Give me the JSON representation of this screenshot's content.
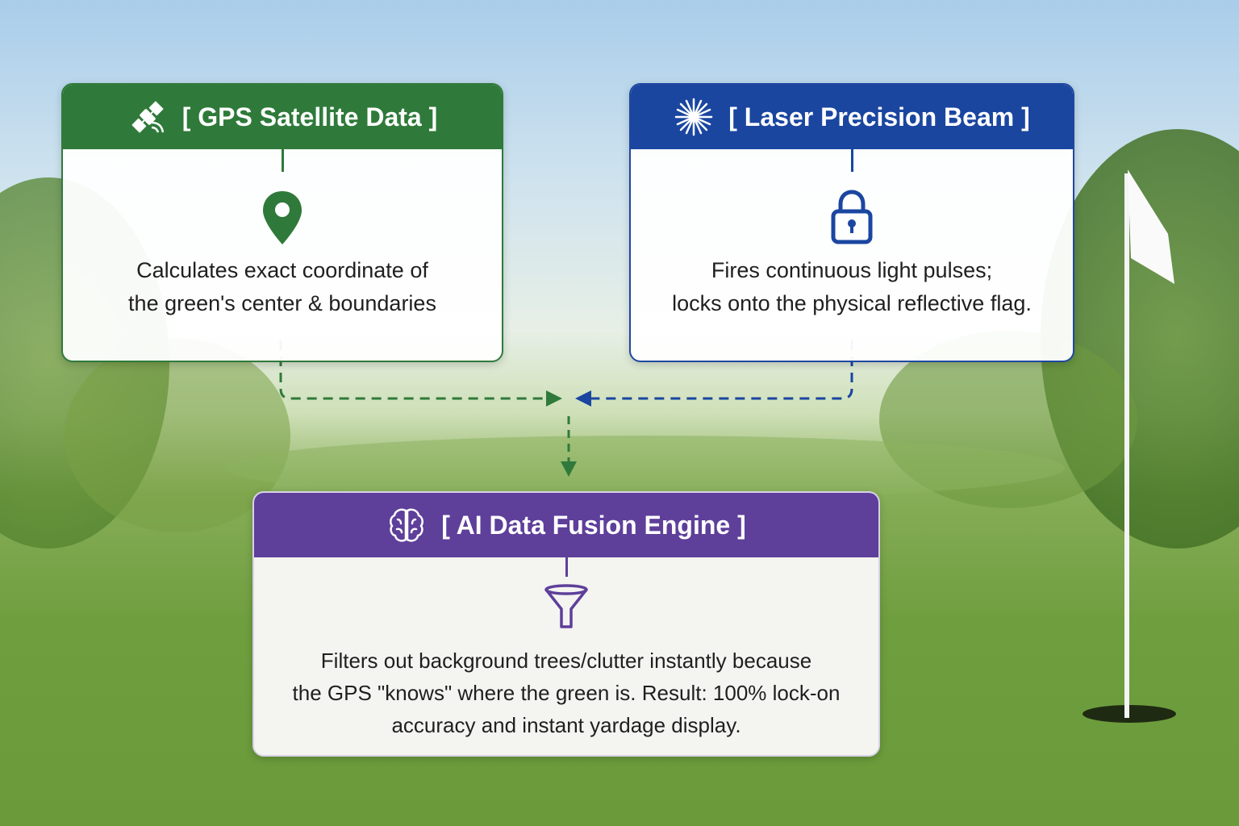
{
  "colors": {
    "gps": "#2f7a3a",
    "laser": "#1a46a0",
    "ai": "#5e3f9a"
  },
  "gps_card": {
    "title": "[ GPS Satellite Data ]",
    "header_icon": "satellite-icon",
    "body_icon": "map-pin-icon",
    "line1": "Calculates exact coordinate of",
    "line2": "the green's center & boundaries"
  },
  "laser_card": {
    "title": "[ Laser Precision Beam ]",
    "header_icon": "laser-burst-icon",
    "body_icon": "lock-icon",
    "line1": "Fires continuous light pulses;",
    "line2": "locks onto the physical reflective flag."
  },
  "ai_card": {
    "title": "[ AI Data Fusion Engine ]",
    "header_icon": "brain-icon",
    "body_icon": "funnel-icon",
    "line1": "Filters out background trees/clutter instantly because",
    "line2": "the GPS \"knows\" where the green is. Result: 100% lock-on",
    "line3": "accuracy and instant yardage display."
  }
}
